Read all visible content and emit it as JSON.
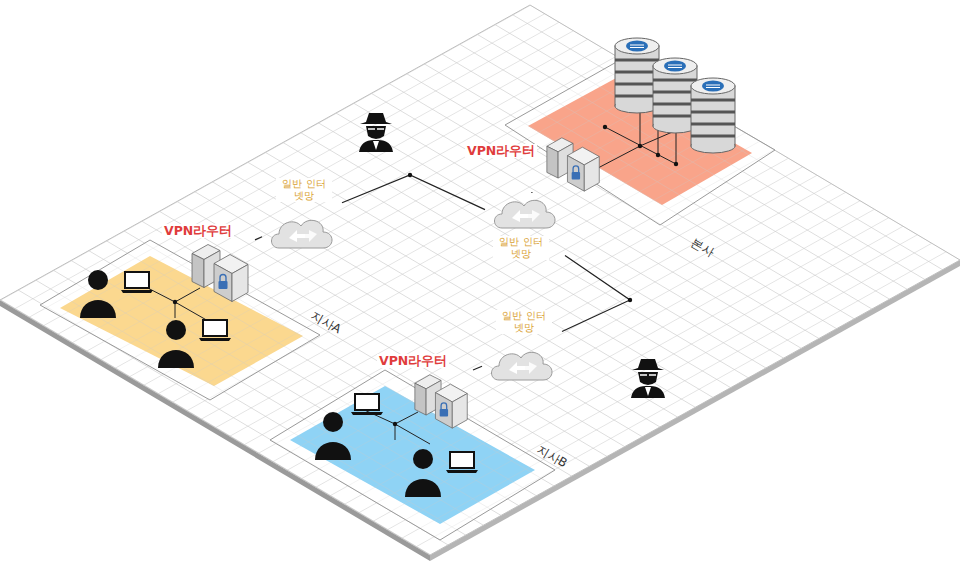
{
  "diagram": {
    "nodes": [
      {
        "text": [
          "본사"
        ]
      },
      {
        "text": [
          "VPN라우터"
        ],
        "in": 0
      },
      {
        "text": [
          "일반 인터넷망"
        ]
      },
      {
        "text": [
          "지사A"
        ]
      },
      {
        "text": [
          "VPN라우터"
        ],
        "in": 3
      },
      {
        "text": [
          "일반 인터넷망"
        ]
      },
      {
        "text": [
          "지사B"
        ]
      },
      {
        "text": [
          "VPN라우터"
        ],
        "in": 6
      },
      {
        "text": [
          "일반 인터넷망"
        ]
      }
    ],
    "edges": [
      {
        "from": 4,
        "to": 5,
        "arrow": "none"
      },
      {
        "from": 5,
        "to": 2,
        "arrow": "none"
      },
      {
        "from": 2,
        "to": 1,
        "arrow": "none"
      },
      {
        "from": 2,
        "to": 8,
        "arrow": "none"
      },
      {
        "from": 8,
        "to": 7,
        "arrow": "none"
      }
    ]
  }
}
